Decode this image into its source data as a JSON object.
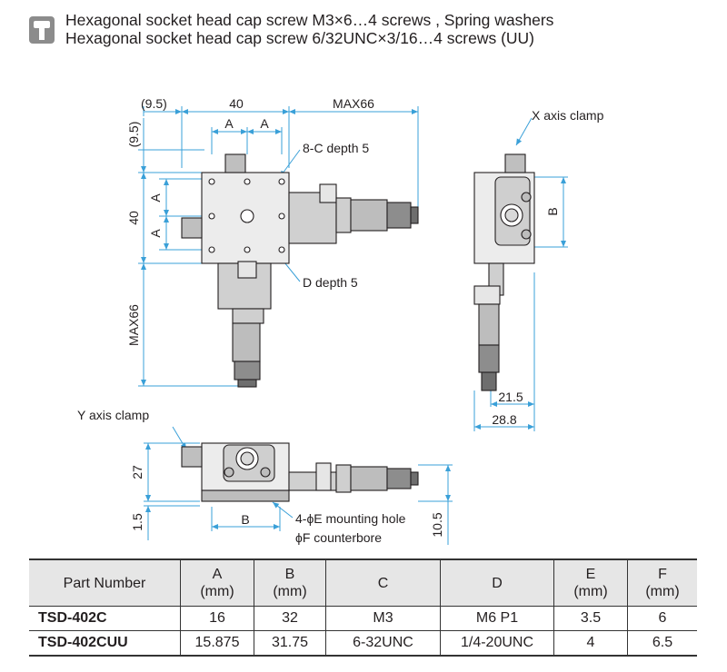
{
  "header": {
    "line1": "Hexagonal socket head cap screw M3×6…4 screws , Spring washers",
    "line2": "Hexagonal socket head cap screw 6/32UNC×3/16…4 screws (UU)"
  },
  "drawing": {
    "dim_9_5_h": "(9.5)",
    "dim_40_h": "40",
    "dim_max66_h": "MAX66",
    "dim_A1": "A",
    "dim_A2": "A",
    "dim_9_5_v": "(9.5)",
    "dim_40_v": "40",
    "dim_A_v1": "A",
    "dim_A_v2": "A",
    "dim_max66_v": "MAX66",
    "label_8c": "8-C depth 5",
    "label_d": "D depth 5",
    "label_x_clamp": "X axis clamp",
    "dim_B_side": "B",
    "dim_21_5": "21.5",
    "dim_28_8": "28.8",
    "label_y_clamp": "Y axis clamp",
    "dim_27": "27",
    "dim_1_5": "1.5",
    "dim_B_front": "B",
    "label_4e": "4-ϕE mounting hole",
    "label_f": "ϕF counterbore",
    "dim_10_5": "10.5"
  },
  "table": {
    "headers": [
      {
        "line1": "Part Number",
        "line2": ""
      },
      {
        "line1": "A",
        "line2": "(mm)"
      },
      {
        "line1": "B",
        "line2": "(mm)"
      },
      {
        "line1": "C",
        "line2": ""
      },
      {
        "line1": "D",
        "line2": ""
      },
      {
        "line1": "E",
        "line2": "(mm)"
      },
      {
        "line1": "F",
        "line2": "(mm)"
      }
    ],
    "rows": [
      [
        "TSD-402C",
        "16",
        "32",
        "M3",
        "M6 P1",
        "3.5",
        "6"
      ],
      [
        "TSD-402CUU",
        "15.875",
        "31.75",
        "6-32UNC",
        "1/4-20UNC",
        "4",
        "6.5"
      ]
    ]
  }
}
